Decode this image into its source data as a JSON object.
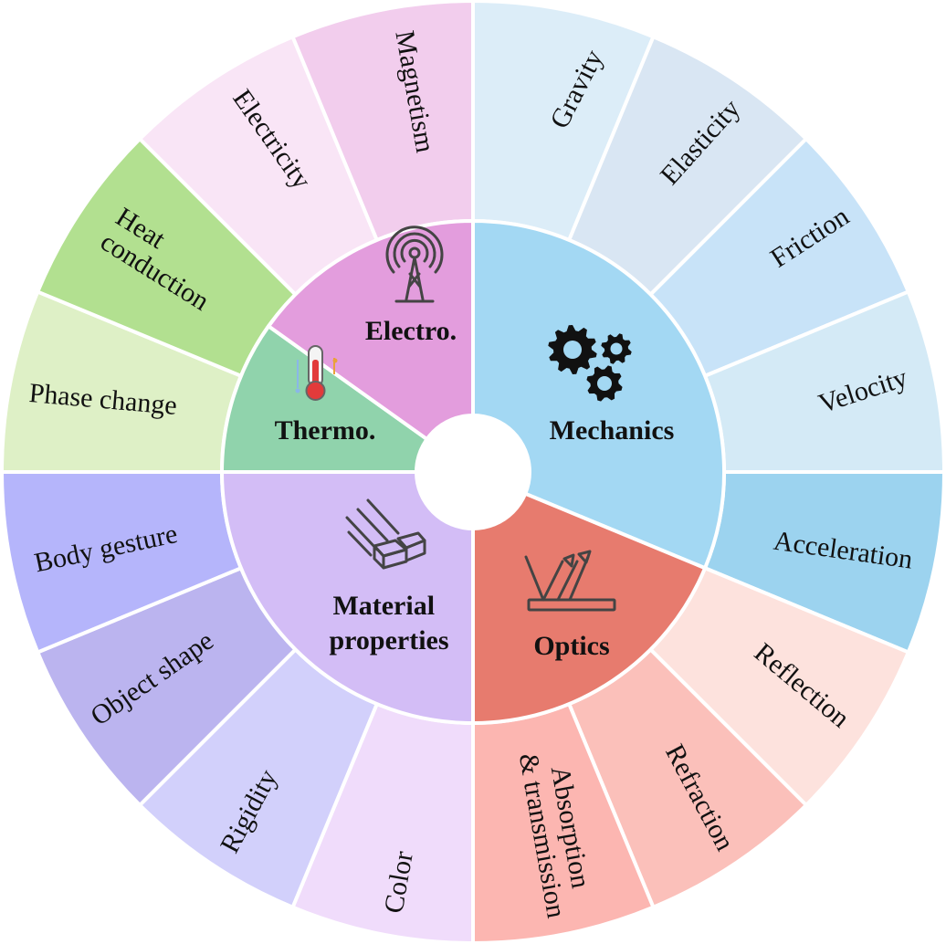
{
  "categories": [
    {
      "label": "Mechanics",
      "color": "#a3d8f3",
      "icon": "gears-icon",
      "subcategories": [
        {
          "label": "Gravity",
          "color": "#dcedf8"
        },
        {
          "label": "Elasticity",
          "color": "#d9e6f3"
        },
        {
          "label": "Friction",
          "color": "#c8e3f8"
        },
        {
          "label": "Velocity",
          "color": "#d4eaf6"
        },
        {
          "label": "Acceleration",
          "color": "#9cd3ef"
        }
      ]
    },
    {
      "label": "Optics",
      "color": "#e77b6e",
      "icon": "light-reflection-icon",
      "subcategories": [
        {
          "label": "Reflection",
          "color": "#fde2dd"
        },
        {
          "label": "Refraction",
          "color": "#fbc0ba"
        },
        {
          "label": [
            "Absorption",
            "& transmission"
          ],
          "color": "#fcb6b1"
        }
      ]
    },
    {
      "label": [
        "Material",
        "properties"
      ],
      "color": "#d3bdf6",
      "icon": "material-bars-icon",
      "subcategories": [
        {
          "label": "Color",
          "color": "#f0dcfb"
        },
        {
          "label": "Rigidity",
          "color": "#d2d0fb"
        },
        {
          "label": "Object shape",
          "color": "#bbb4ef"
        },
        {
          "label": "Body gesture",
          "color": "#b5b5fb"
        }
      ]
    },
    {
      "label": "Thermo.",
      "color": "#90d3ac",
      "icon": "thermometer-icon",
      "subcategories": [
        {
          "label": "Phase change",
          "color": "#def0c6"
        },
        {
          "label": [
            "Heat",
            "conduction"
          ],
          "color": "#b2e090"
        }
      ]
    },
    {
      "label": "Electro.",
      "color": "#e39ddd",
      "icon": "radio-tower-icon",
      "subcategories": [
        {
          "label": "Electricity",
          "color": "#f9e5f6"
        },
        {
          "label": "Magnetism",
          "color": "#f2cded"
        }
      ]
    }
  ]
}
